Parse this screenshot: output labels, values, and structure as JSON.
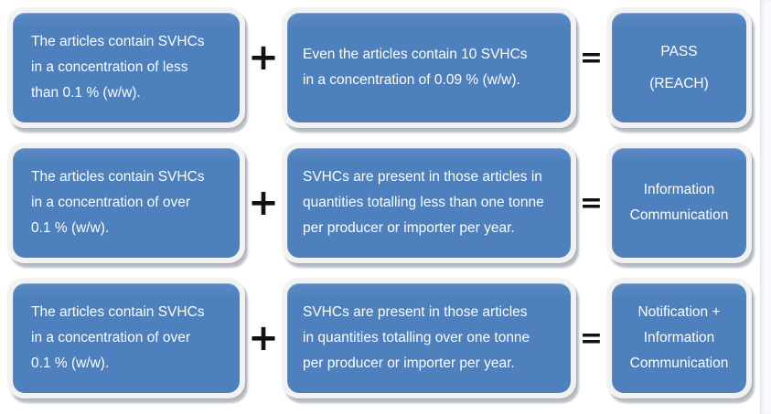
{
  "operators": {
    "plus": "+",
    "equals": "="
  },
  "colors": {
    "box_fill": "#4d80bc",
    "box_frame": "#f2f2f2",
    "operator": "#111111",
    "text": "#ffffff",
    "page_bg": "#ffffff"
  },
  "rows": [
    {
      "condition": {
        "lines": [
          "The articles contain SVHCs",
          "in a concentration of less",
          "than 0.1 % (w/w)."
        ]
      },
      "criterion": {
        "lines": [
          "Even the articles contain 10 SVHCs",
          "in a concentration of 0.09 % (w/w)."
        ]
      },
      "result": {
        "lines": [
          "PASS",
          "(REACH)"
        ]
      }
    },
    {
      "condition": {
        "lines": [
          "The articles contain SVHCs",
          "in a concentration of over",
          "0.1 % (w/w)."
        ]
      },
      "criterion": {
        "lines": [
          "SVHCs are present in those articles in",
          "quantities totalling less than one tonne",
          "per producer or importer per year."
        ]
      },
      "result": {
        "lines": [
          "Information",
          "Communication"
        ]
      }
    },
    {
      "condition": {
        "lines": [
          "The articles contain SVHCs",
          "in a concentration of over",
          "0.1 % (w/w)."
        ]
      },
      "criterion": {
        "lines": [
          "SVHCs are present in those articles",
          "in quantities totalling over one tonne",
          "per producer or importer per year."
        ]
      },
      "result": {
        "lines": [
          "Notification +",
          "Information",
          "Communication"
        ]
      }
    }
  ]
}
